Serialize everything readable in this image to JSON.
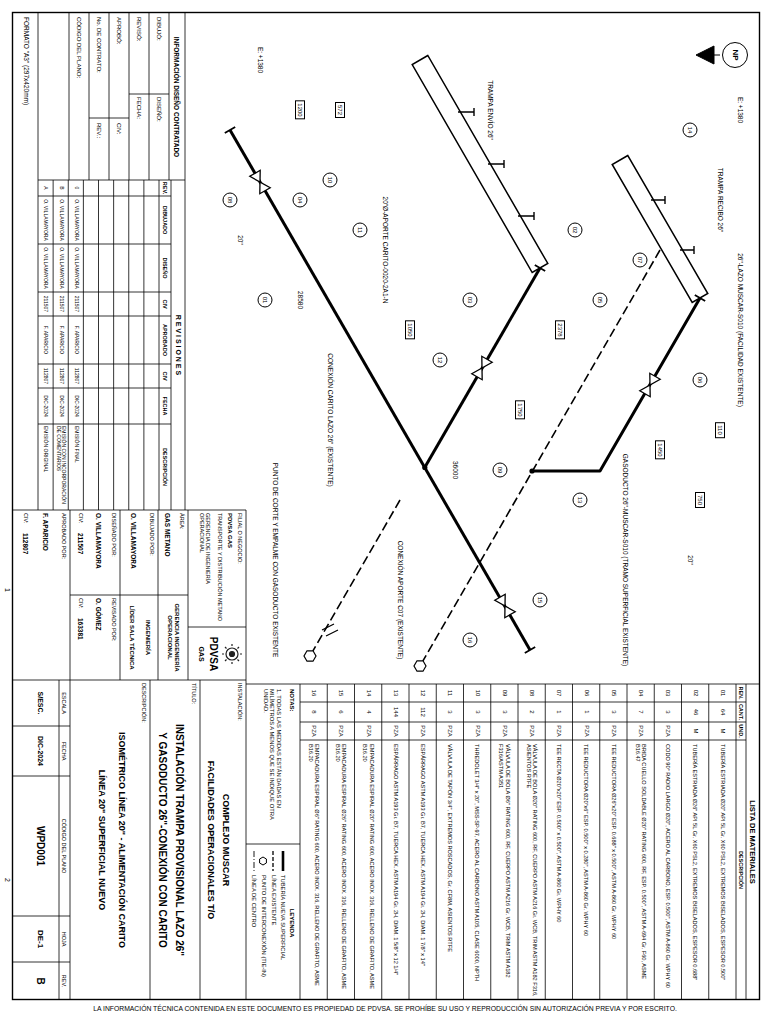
{
  "diagram": {
    "nodes": [
      {
        "text": [
          "NP"
        ]
      },
      {
        "text": [
          "01"
        ]
      },
      {
        "text": [
          "04"
        ]
      },
      {
        "text": [
          "08"
        ]
      },
      {
        "text": [
          "03"
        ]
      },
      {
        "text": [
          "09"
        ]
      },
      {
        "text": [
          "02"
        ]
      },
      {
        "text": [
          "05"
        ]
      },
      {
        "text": [
          "07"
        ]
      },
      {
        "text": [
          "06"
        ]
      },
      {
        "text": [
          "13"
        ]
      },
      {
        "text": [
          "15"
        ]
      },
      {
        "text": [
          "16"
        ]
      },
      {
        "text": [
          "10"
        ]
      },
      {
        "text": [
          "11"
        ]
      },
      {
        "text": [
          "12"
        ]
      },
      {
        "text": [
          "14"
        ]
      },
      {
        "text": [
          "1200"
        ]
      },
      {
        "text": [
          "572"
        ]
      },
      {
        "text": [
          "1050"
        ]
      },
      {
        "text": [
          "2378"
        ]
      },
      {
        "text": [
          "1450"
        ]
      },
      {
        "text": [
          "1750"
        ]
      },
      {
        "text": [
          "110"
        ]
      },
      {
        "text": [
          "750"
        ]
      }
    ],
    "labels": [
      "E: +1380",
      "E: +1380",
      "TRAMPA ENVÍO 26\"",
      "TRAMPA RECIBO 26\"",
      "20\"Ø-APORTE CARITO-0020-2A1-N",
      "28580",
      "20\"",
      "CONEXIÓN CARITO LAZO 26\" (EXISTENTE)",
      "26\"-LAZO MUSCAR-S010 (FACILIDAD EXISTENTE)",
      "36000",
      "GASODUCTO 26\"-MUSCAR-S010 (TRAMO SUPERFICIAL EXISTENTE)",
      "CONEXIÓN APORTE C07 (EXISTENTE)",
      "PUNTO DE CORTE Y EMPALME CON GASODUCTO EXISTENTE",
      "20\"",
      "LISTA DE MATERIALES",
      "REN.",
      "CANT.",
      "UND.",
      "DESCRIPCIÓN",
      "01",
      "64",
      "M",
      "TUBERÍA ESTRIADA Ø20\" API 5L Gr. X60 PSL2, EXTREMOS BISELADOS, ESPESOR 0.500\"",
      "02",
      "46",
      "M",
      "TUBERÍA ESTRIADA Ø26\" API 5L Gr. X60 PSL2, EXTREMOS BISELADOS, ESPESOR 0.688\"",
      "03",
      "3",
      "PZA",
      "CODO 90° RADIO LARGO Ø20\", ACERO AL CARBONO, ESP. 0.500\", ASTM A-860 Gr. WPHY 60",
      "04",
      "7",
      "PZA",
      "BRIDA CUELLO SOLDABLE Ø20\" RATING 600, RF, ESP. 0.500\", ASTM A-694 Gr. F60, ASME B16.47",
      "05",
      "3",
      "PZA",
      "TEE REDUCTORA Ø26\"x20\" ESP. 0.688\" x 0.500\", ASTM A-860 Gr. WPHY 60",
      "06",
      "1",
      "PZA",
      "TEE REDUCTORA Ø20\"x6\" ESP. 0.500\" x 0.280\", ASTM A-860 Gr. WPHY 60",
      "07",
      "1",
      "PZA",
      "TEE RECTA Ø20\"x20\" ESP. 0.500\" x 0.500\", ASTM A-860 Gr. WPHY 60",
      "08",
      "2",
      "PZA",
      "VÁLVULA DE BOLA Ø20\" RATING 600, RF, CUERPO ASTM A216 Gr. WCB, TRIM ASTM A182 F316, ASIENTOS RTFE",
      "09",
      "3",
      "PZA",
      "VÁLVULA DE BOLA Ø6\" RATING 600, RF, CUERPO ASTM A216 Gr. WCB, TRIM ASTM A182 F316/ASTM A351",
      "10",
      "3",
      "PZA",
      "THREDOLET 3/4\" x 20\", MSS-SP-97, ACERO AL CARBONO ASTM A105, CLASE 6000, NPTH",
      "11",
      "3",
      "PZA",
      "VÁLVULA DE TAPÓN 3/4\", EXTREMOS ROSCADOS, Gr. CF8M, ASIENTOS RTFE",
      "12",
      "112",
      "PZA",
      "ESPÁRRAGO ASTM A193 Gr. B7, TUERCA HEX. ASTM A194 Gr. 2H, DIAM. 1 7/8\" x 14\"",
      "13",
      "144",
      "PZA",
      "ESPÁRRAGO ASTM A193 Gr. B7, TUERCA HEX. ASTM A194 Gr. 2H, DIAM. 1 5/8\" x 12 1/4\"",
      "14",
      "4",
      "PZA",
      "EMPACADURA ESPIRAL Ø20\" RATING 600, ACERO INOX. 316, RELLENO DE GRAFITO, ASME B16.20",
      "15",
      "6",
      "PZA",
      "EMPACADURA ESPIRAL Ø26\" RATING 600, ACERO INOX. 316, RELLENO DE GRAFITO, ASME B16.20",
      "16",
      "8",
      "PZA",
      "EMPACADURA ESPIRAL Ø6\" RATING 600, ACERO INOX. 316, RELLENO DE GRAFITO, ASME B16.20",
      "NOTAS:",
      "1. TODAS LAS MEDIDAS ESTÁN DADAS EN MILÍMETROS A MENOS QUE SE INDIQUE OTRA UNIDAD.",
      "LEYENDA",
      "INFORMACIÓN DISEÑO CONTRATADO",
      "DIBUJÓ:",
      "DISEÑÓ:",
      "REVISÓ:",
      "FECHA:",
      "APROBÓ:",
      "CIV:",
      "No. DE CONTRATO:",
      "REV.:",
      "CÓDIGO DEL PLANO:",
      "FORMATO \"A3\" (297x420mm)",
      "R E V I S I O N E S",
      "REV.",
      "DIBUJADO",
      "DISEÑO",
      "CIV",
      "APROBADO",
      "CIV",
      "FECHA",
      "DESCRIPCIÓN",
      "0",
      "O. VILLAMAYORA",
      "O. VILLAMAYORA",
      "211507",
      "F. APARICIO",
      "112807",
      "DIC-2024",
      "EMISIÓN FINAL",
      "B",
      "O. VILLAMAYORA",
      "O. VILLAMAYORA",
      "211507",
      "F. APARICIO",
      "112807",
      "DIC-2024",
      "EMISIÓN CON INCORPORACIÓN DE COMENTARIOS",
      "A",
      "O. VILLAMAYORA",
      "O. VILLAMAYORA",
      "211507",
      "F. APARICIO",
      "112807",
      "DIC-2024",
      "EMISIÓN ORIGINAL",
      "FILIAL O NEGOCIO:",
      "PDVSA GAS",
      "TRANSPORTE Y DISTRIBUCIÓN METANO",
      "GERENCIA DE INGENIERÍA OPERACIONAL",
      "PDVSA",
      "GAS",
      "ÁREA:",
      "GAS METANO",
      "GERENCIA INGENIERÍA OPERACIONAL",
      "DIBUJADO POR:",
      "O. VILLAMAYORA",
      "INGENIERÍA",
      "LÍDER SALA TÉCNICA",
      "DISEÑADO POR:",
      "O. VILLAMAYORA",
      "CIV:",
      "211507",
      "REVISADO POR:",
      "O. GÓMEZ",
      "CIV:",
      "163381",
      "APROBADO POR:",
      "F. APARICIO",
      "CIV:",
      "112807",
      "INSTALACIÓN:",
      "COMPLEJO MUSCAR",
      "FACILIDADES OPERACIONALES T/O",
      "TÍTULO:",
      "INSTALACIÓN TRAMPA PROVISIONAL LAZO 26\"",
      "Y GASODUCTO 26\"-CONEXIÓN CON CARITO",
      "DESCRIPCIÓN:",
      "ISOMÉTRICO LÍNEA 20\" - ALIMENTACIÓN CARITO",
      "LÍNEA 20\" SUPERFICIAL NUEVO",
      "ESCALA",
      "FECHA",
      "CÓDIGO DEL PLANO",
      "HOJA",
      "REV.",
      "S/ESC.",
      "DIC-2024",
      "WPD001",
      "DE-1",
      "B",
      "LA INFORMACIÓN TÉCNICA CONTENIDA EN ESTE DOCUMENTO ES PROPIEDAD DE PDVSA. SE PROHÍBE SU USO Y REPRODUCCIÓN SIN AUTORIZACIÓN PREVIA Y POR ESCRITO.",
      "1",
      "2"
    ],
    "legend": [
      {
        "text": "TUBERÍA NUEVA SUPERFICIAL"
      },
      {
        "text": "LÍNEA EXISTENTE"
      },
      {
        "text": "PUNTO DE INTERCONEXIÓN (TIE-IN)"
      },
      {
        "text": "LÍNEA DE CENTRO"
      }
    ]
  }
}
